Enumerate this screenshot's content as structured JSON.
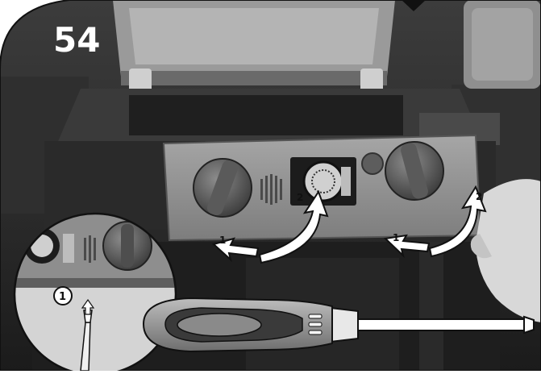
{
  "step": {
    "number": "54"
  },
  "callouts": {
    "left_push": "1",
    "left_lift": "2",
    "right_push": "1",
    "right_lift": "2",
    "inset_step": "1"
  }
}
